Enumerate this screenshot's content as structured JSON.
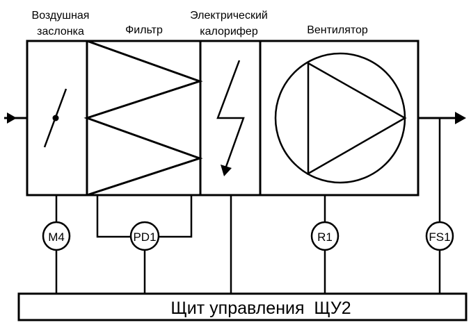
{
  "sections": {
    "damper": [
      "Воздушная",
      "заслонка"
    ],
    "filter": "Фильтр",
    "heater": [
      "Электрический",
      "калорифер"
    ],
    "fan": "Вентилятор"
  },
  "sensors": {
    "damper_actuator": "M4",
    "filter_pressure": "PD1",
    "fan_regulator": "R1",
    "flow_switch": "FS1"
  },
  "control_panel": "Щит управления  ЩУ2"
}
